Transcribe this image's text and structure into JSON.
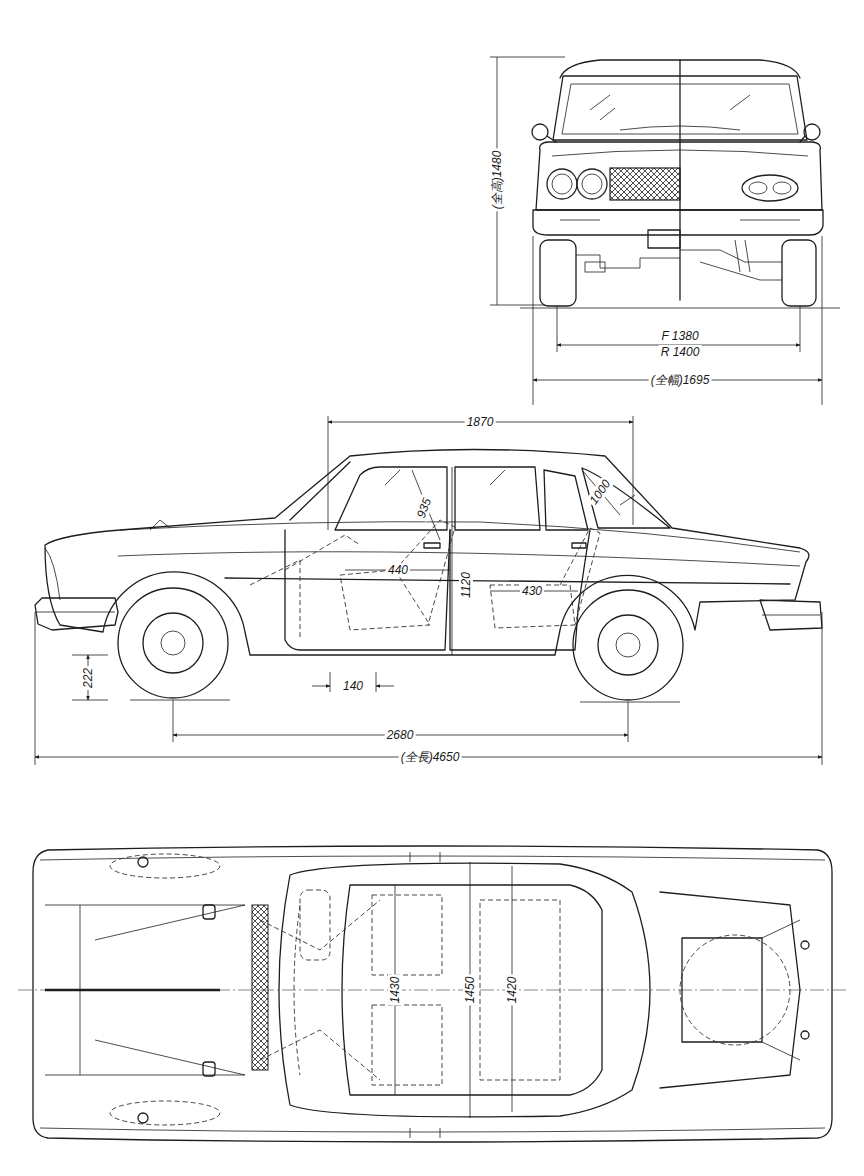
{
  "diagram": {
    "labels": [
      "(全高)1480",
      "F 1380",
      "R 1400",
      "(全幅)1695",
      "1870",
      "935",
      "1120",
      "440",
      "430",
      "1000",
      "140",
      "222",
      "2680",
      "(全長)4650",
      "1430",
      "1450",
      "1420"
    ]
  }
}
